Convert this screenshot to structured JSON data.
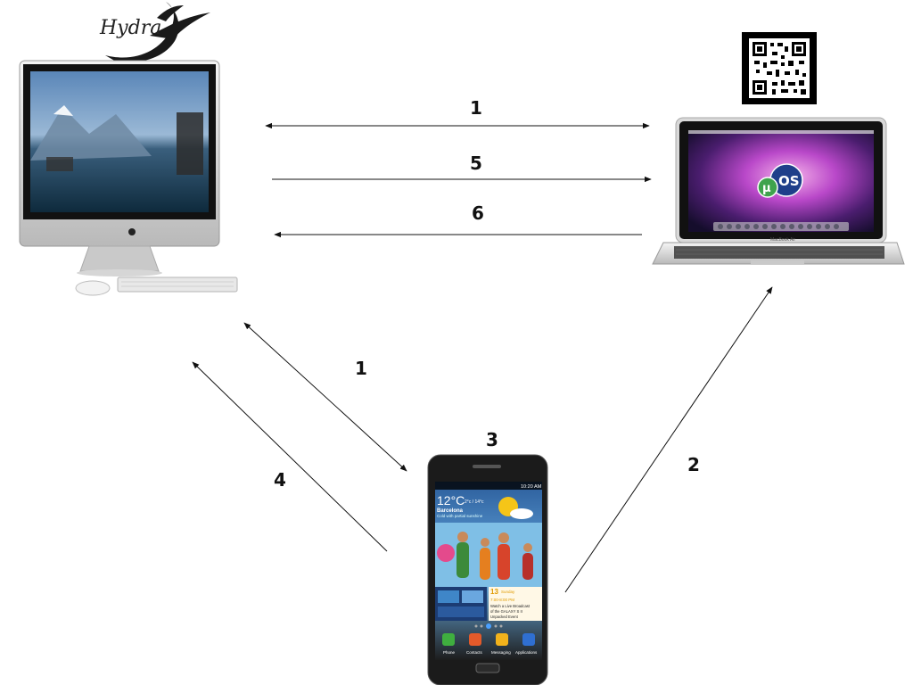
{
  "logo": {
    "text": "Hydra"
  },
  "arrow_labels": {
    "top_1": "1",
    "top_5": "5",
    "top_6": "6",
    "diag_1": "1",
    "diag_4": "4",
    "diag_2": "2",
    "phone_3": "3"
  },
  "laptop": {
    "brand": "MacBook Air",
    "app_logo": "µOS"
  },
  "phone": {
    "status_time": "10:20 AM",
    "weather_temp": "12°C",
    "weather_range": "2°c / 14°c",
    "weather_city": "Barcelona",
    "weather_desc": "Cold with partial sunshine",
    "calendar_day": "13",
    "calendar_weekday": "Sunday",
    "calendar_time": "7:00-8:00 PM",
    "calendar_event_1": "Watch a Live Broadcast",
    "calendar_event_2": "of the GALAXY S II",
    "calendar_event_3": "Unpacked Event",
    "dock": [
      "Phone",
      "Contacts",
      "Messaging",
      "Applications"
    ]
  }
}
